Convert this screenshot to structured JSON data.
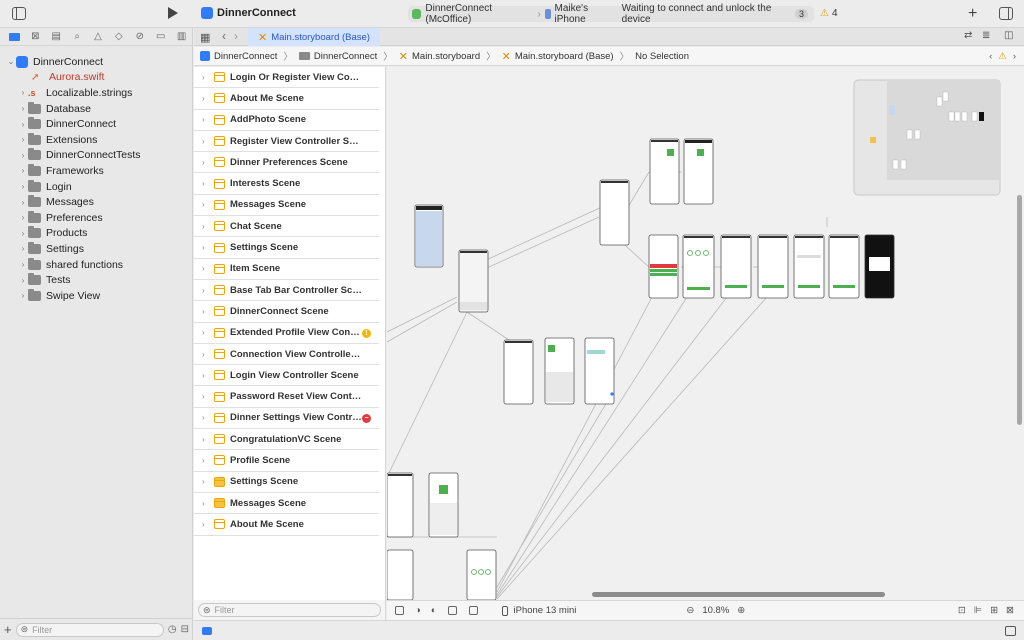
{
  "toolbar": {
    "project_name": "DinnerConnect",
    "scheme_name": "DinnerConnect (McOffice)",
    "device_name": "Maike's iPhone",
    "status_text": "Waiting to connect and unlock the device",
    "status_count": "3",
    "warning_count": "4",
    "add_label": "+"
  },
  "navigator": {
    "tabs": [
      "folder-icon",
      "source-control-icon",
      "symbol-icon",
      "find-icon",
      "issue-icon",
      "test-icon",
      "debug-icon",
      "breakpoint-icon",
      "report-icon"
    ],
    "project": "DinnerConnect",
    "items": [
      {
        "label": "Aurora.swift",
        "type": "swift"
      },
      {
        "label": "Localizable.strings",
        "type": "strings"
      },
      {
        "label": "Database",
        "type": "folder"
      },
      {
        "label": "DinnerConnect",
        "type": "folder"
      },
      {
        "label": "Extensions",
        "type": "folder"
      },
      {
        "label": "DinnerConnectTests",
        "type": "folder"
      },
      {
        "label": "Frameworks",
        "type": "folder"
      },
      {
        "label": "Login",
        "type": "folder"
      },
      {
        "label": "Messages",
        "type": "folder"
      },
      {
        "label": "Preferences",
        "type": "folder"
      },
      {
        "label": "Products",
        "type": "folder"
      },
      {
        "label": "Settings",
        "type": "folder"
      },
      {
        "label": "shared functions",
        "type": "folder"
      },
      {
        "label": "Tests",
        "type": "folder"
      },
      {
        "label": "Swipe View",
        "type": "folder"
      }
    ],
    "filter_placeholder": "Filter"
  },
  "editor": {
    "active_tab": "Main.storyboard (Base)",
    "breadcrumb": [
      "DinnerConnect",
      "DinnerConnect",
      "Main.storyboard",
      "Main.storyboard (Base)",
      "No Selection"
    ]
  },
  "outline": {
    "scenes": [
      {
        "label": "Login Or Register View Controll...",
        "badge": ""
      },
      {
        "label": "About Me Scene",
        "badge": ""
      },
      {
        "label": "AddPhoto Scene",
        "badge": ""
      },
      {
        "label": "Register View Controller Scene",
        "badge": ""
      },
      {
        "label": "Dinner Preferences Scene",
        "badge": ""
      },
      {
        "label": "Interests Scene",
        "badge": ""
      },
      {
        "label": "Messages Scene",
        "badge": ""
      },
      {
        "label": "Chat Scene",
        "badge": ""
      },
      {
        "label": "Settings Scene",
        "badge": ""
      },
      {
        "label": "Item Scene",
        "badge": ""
      },
      {
        "label": "Base Tab Bar Controller Scene",
        "badge": ""
      },
      {
        "label": "DinnerConnect Scene",
        "badge": ""
      },
      {
        "label": "Extended Profile View Controlle...",
        "badge": "warning"
      },
      {
        "label": "Connection View Controller Sce...",
        "badge": ""
      },
      {
        "label": "Login View Controller Scene",
        "badge": ""
      },
      {
        "label": "Password Reset View Controller...",
        "badge": ""
      },
      {
        "label": "Dinner Settings View Controller...",
        "badge": "error"
      },
      {
        "label": "CongratulationVC Scene",
        "badge": ""
      },
      {
        "label": "Profile Scene",
        "badge": ""
      },
      {
        "label": "Settings Scene",
        "badge": "",
        "icon": "tab"
      },
      {
        "label": "Messages Scene",
        "badge": "",
        "icon": "tab"
      },
      {
        "label": "About Me Scene",
        "badge": ""
      }
    ],
    "filter_placeholder": "Filter"
  },
  "canvas_bar": {
    "device": "iPhone 13 mini",
    "zoom": "10.8%"
  },
  "colors": {
    "accent": "#2f7cf6",
    "scene_icon": "#f0a500",
    "warning": "#f5b700",
    "error": "#e0393e",
    "success_green": "#4caf50"
  }
}
